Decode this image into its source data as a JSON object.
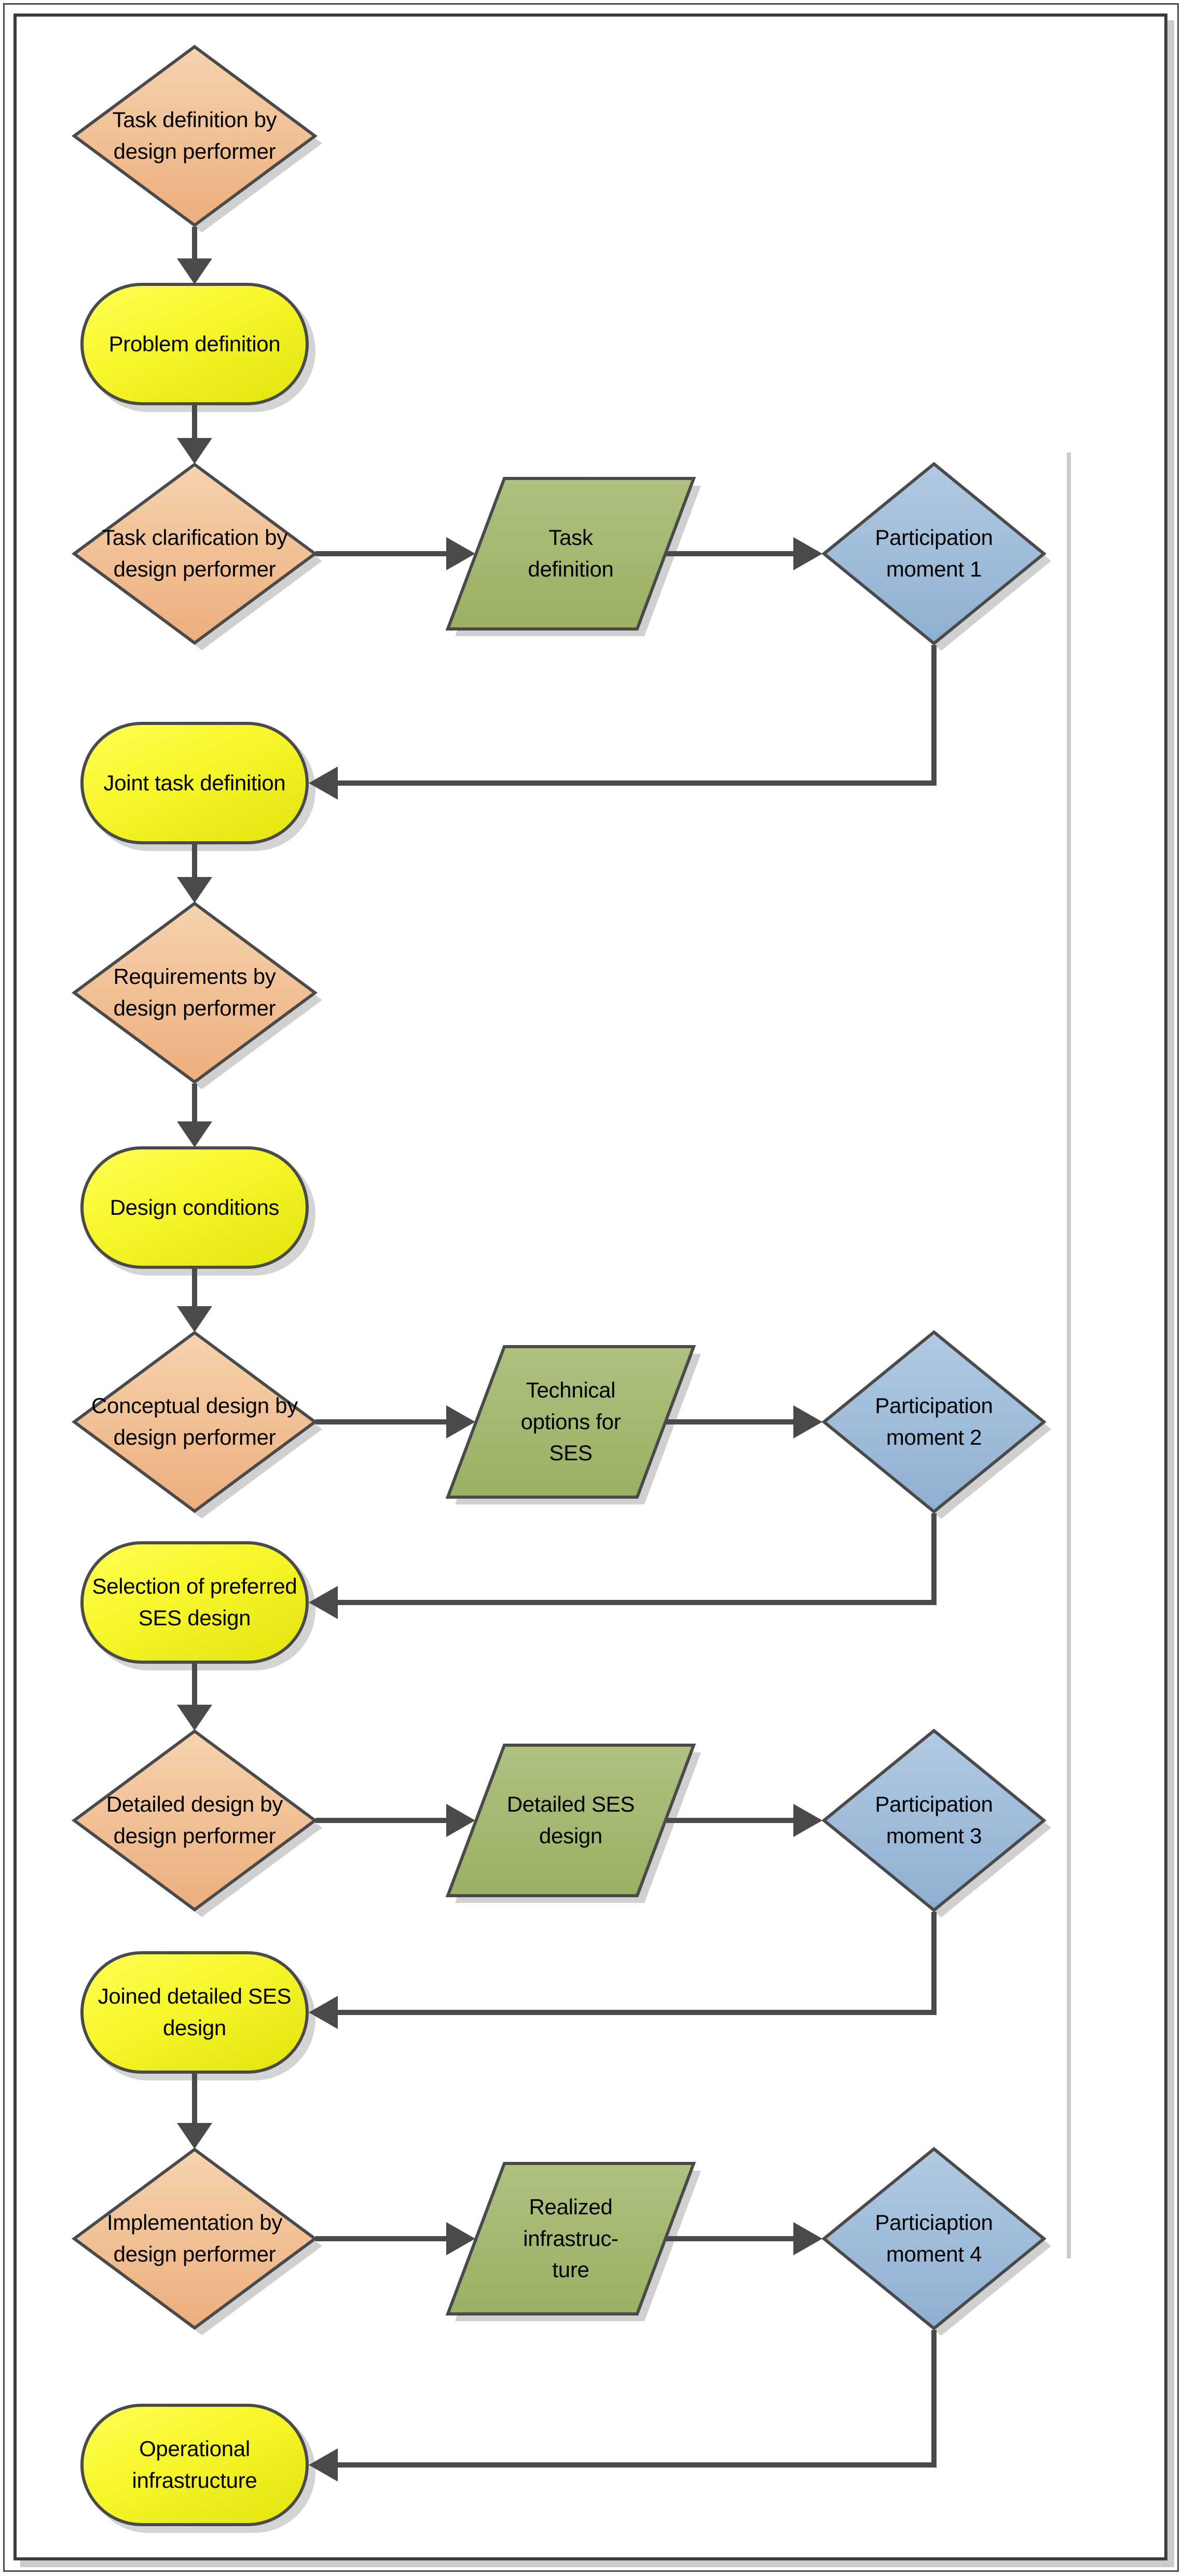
{
  "colors": {
    "performer_task_shape": "#EFB98F",
    "result_shape": "#F2F21A",
    "artifact_shape": "#A4B870",
    "participation_shape": "#9FBBDB",
    "connector": "#4A4A4A",
    "shadow": "#C8C8C8"
  },
  "nodes": {
    "task_def": {
      "shape": "diamond-orange",
      "label": "Task definition by\ndesign performer"
    },
    "problem_def": {
      "shape": "stadium-yellow",
      "label": "Problem definition"
    },
    "task_clar": {
      "shape": "diamond-orange",
      "label": "Task clarification by\ndesign performer"
    },
    "task_definition_doc": {
      "shape": "parallelogram-green",
      "label": "Task\ndefinition"
    },
    "pm1": {
      "shape": "diamond-blue",
      "label": "Participation\nmoment 1"
    },
    "joint_task_def": {
      "shape": "stadium-yellow",
      "label": "Joint task definition"
    },
    "requirements": {
      "shape": "diamond-orange",
      "label": "Requirements by\ndesign performer"
    },
    "design_conditions": {
      "shape": "stadium-yellow",
      "label": "Design conditions"
    },
    "conceptual_design": {
      "shape": "diamond-orange",
      "label": "Conceptual design by\ndesign performer"
    },
    "tech_options": {
      "shape": "parallelogram-green",
      "label": "Technical\noptions for\nSES"
    },
    "pm2": {
      "shape": "diamond-blue",
      "label": "Participation\nmoment 2"
    },
    "selection_preferred": {
      "shape": "stadium-yellow",
      "label": "Selection of preferred\nSES design"
    },
    "detailed_design": {
      "shape": "diamond-orange",
      "label": "Detailed design by\ndesign performer"
    },
    "detailed_ses": {
      "shape": "parallelogram-green",
      "label": "Detailed SES\ndesign"
    },
    "pm3": {
      "shape": "diamond-blue",
      "label": "Participation\nmoment 3"
    },
    "joined_detailed": {
      "shape": "stadium-yellow",
      "label": "Joined detailed SES\ndesign"
    },
    "implementation": {
      "shape": "diamond-orange",
      "label": "Implementation by\ndesign performer"
    },
    "realized_infra": {
      "shape": "parallelogram-green",
      "label": "Realized\ninfrastruc-\nture"
    },
    "pm4": {
      "shape": "diamond-blue",
      "label": "Particiaption\nmoment 4"
    },
    "operational_infra": {
      "shape": "stadium-yellow",
      "label": "Operational\ninfrastructure"
    }
  },
  "edges": [
    [
      "task_def",
      "problem_def"
    ],
    [
      "problem_def",
      "task_clar"
    ],
    [
      "task_clar",
      "task_definition_doc"
    ],
    [
      "task_definition_doc",
      "pm1"
    ],
    [
      "pm1",
      "joint_task_def"
    ],
    [
      "joint_task_def",
      "requirements"
    ],
    [
      "requirements",
      "design_conditions"
    ],
    [
      "design_conditions",
      "conceptual_design"
    ],
    [
      "conceptual_design",
      "tech_options"
    ],
    [
      "tech_options",
      "pm2"
    ],
    [
      "pm2",
      "selection_preferred"
    ],
    [
      "selection_preferred",
      "detailed_design"
    ],
    [
      "detailed_design",
      "detailed_ses"
    ],
    [
      "detailed_ses",
      "pm3"
    ],
    [
      "pm3",
      "joined_detailed"
    ],
    [
      "joined_detailed",
      "implementation"
    ],
    [
      "implementation",
      "realized_infra"
    ],
    [
      "realized_infra",
      "pm4"
    ],
    [
      "pm4",
      "operational_infra"
    ]
  ]
}
